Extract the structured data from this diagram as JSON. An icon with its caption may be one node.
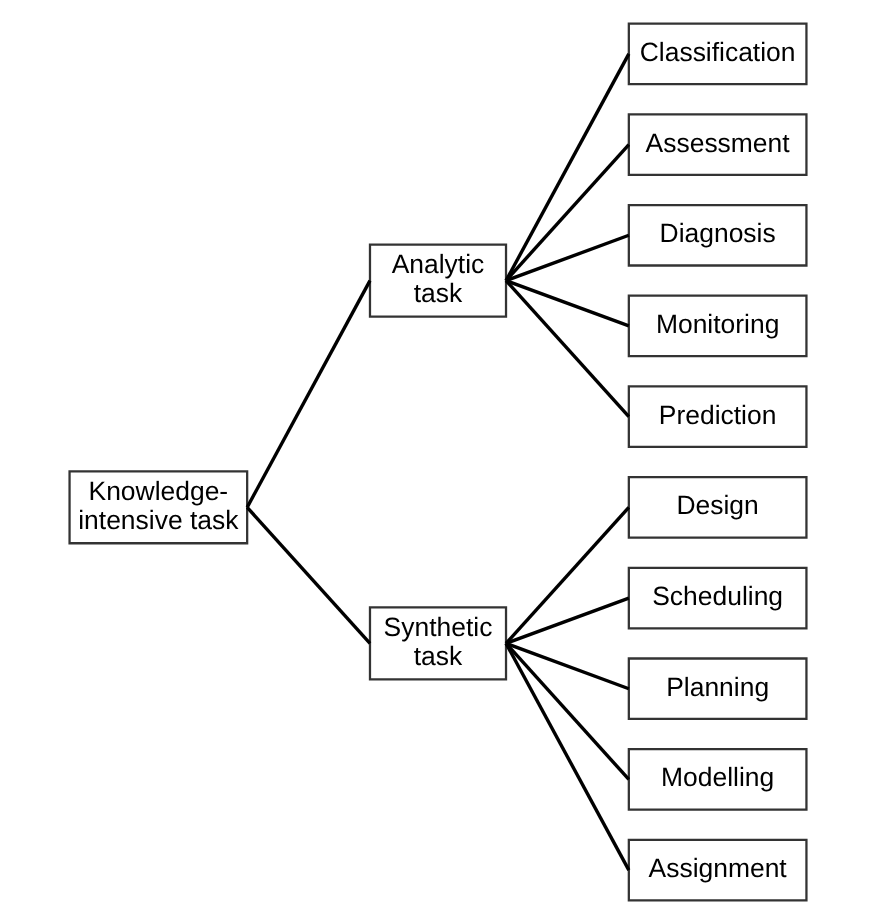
{
  "diagram": {
    "nodes": [
      {
        "text": [
          "Knowledge- intensive task"
        ]
      },
      {
        "text": [
          "Analytic task"
        ]
      },
      {
        "text": [
          "Synthetic task"
        ]
      },
      {
        "text": [
          "Classification"
        ]
      },
      {
        "text": [
          "Assessment"
        ]
      },
      {
        "text": [
          "Diagnosis"
        ]
      },
      {
        "text": [
          "Monitoring"
        ]
      },
      {
        "text": [
          "Prediction"
        ]
      },
      {
        "text": [
          "Design"
        ]
      },
      {
        "text": [
          "Scheduling"
        ]
      },
      {
        "text": [
          "Planning"
        ]
      },
      {
        "text": [
          "Modelling"
        ]
      },
      {
        "text": [
          "Assignment"
        ]
      }
    ],
    "edges": [
      {
        "from": 0,
        "to": 1,
        "arrow": "none"
      },
      {
        "from": 0,
        "to": 2,
        "arrow": "none"
      },
      {
        "from": 1,
        "to": 3,
        "arrow": "none"
      },
      {
        "from": 1,
        "to": 4,
        "arrow": "none"
      },
      {
        "from": 1,
        "to": 5,
        "arrow": "none"
      },
      {
        "from": 1,
        "to": 6,
        "arrow": "none"
      },
      {
        "from": 1,
        "to": 7,
        "arrow": "none"
      },
      {
        "from": 2,
        "to": 8,
        "arrow": "none"
      },
      {
        "from": 2,
        "to": 9,
        "arrow": "none"
      },
      {
        "from": 2,
        "to": 10,
        "arrow": "none"
      },
      {
        "from": 2,
        "to": 11,
        "arrow": "none"
      },
      {
        "from": 2,
        "to": 12,
        "arrow": "none"
      }
    ]
  }
}
